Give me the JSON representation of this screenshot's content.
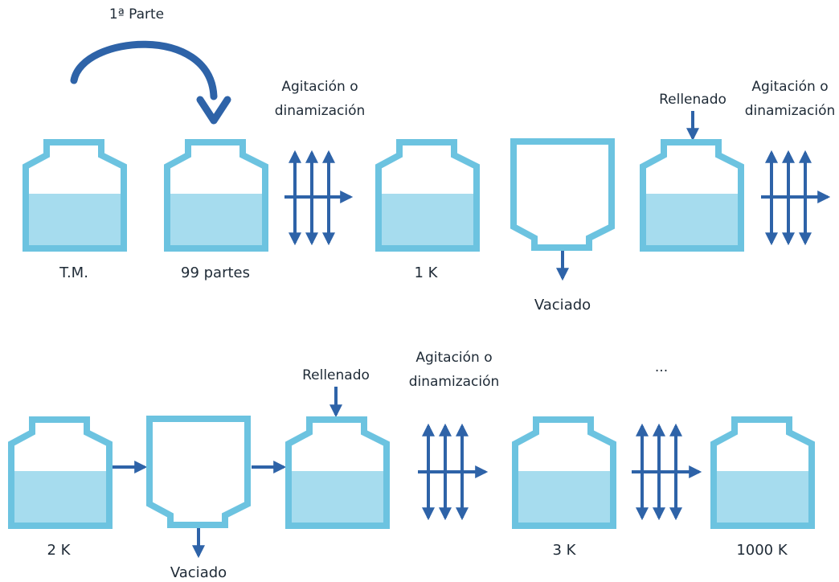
{
  "colors": {
    "vessel_stroke": "#6cc3e0",
    "liquid_fill": "#a6dcee",
    "arrow": "#2e63a8",
    "text": "#1e2a36"
  },
  "top_arrow": {
    "label": "1ª Parte"
  },
  "agitation": {
    "line1": "Agitación o",
    "line2": "dinamización"
  },
  "refill_label": "Rellenado",
  "empty_label": "Vaciado",
  "vessels": {
    "tm": "T.M.",
    "p99": "99 partes",
    "k1": "1 K",
    "k2": "2 K",
    "k3": "3 K",
    "k1000": "1000 K"
  },
  "ellipsis": "..."
}
